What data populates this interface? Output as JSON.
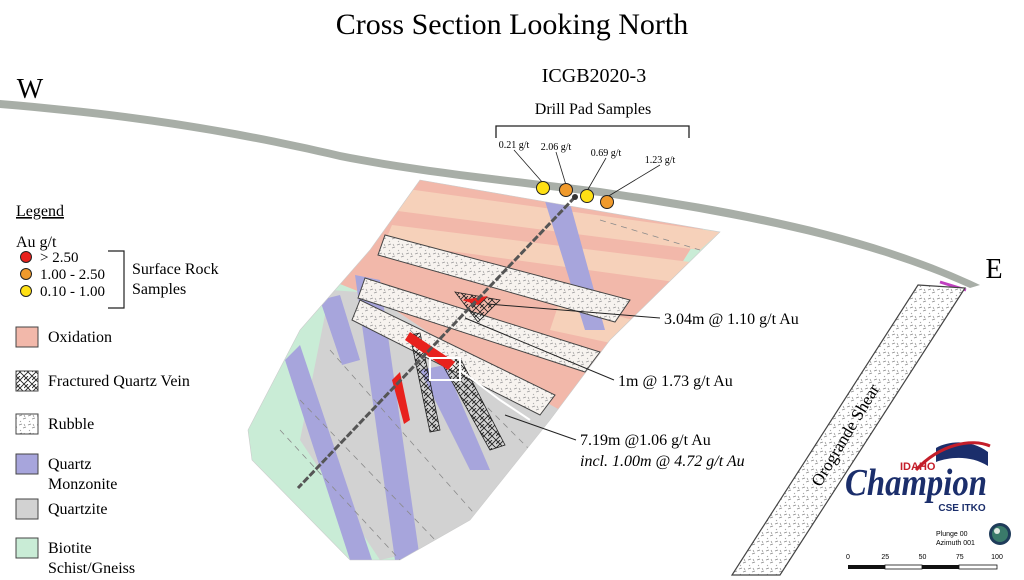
{
  "title": "Cross Section Looking North",
  "hole_id": "ICGB2020-3",
  "compass": {
    "west": "W",
    "east": "E"
  },
  "drill_pad": {
    "label": "Drill Pad Samples",
    "samples": [
      {
        "value": "0.21 g/t",
        "color": "#ffe014"
      },
      {
        "value": "2.06 g/t",
        "color": "#f09a2c"
      },
      {
        "value": "0.69 g/t",
        "color": "#ffe014"
      },
      {
        "value": "1.23 g/t",
        "color": "#f09a2c"
      }
    ]
  },
  "intercepts": [
    {
      "line1": "3.04m @ 1.10 g/t Au",
      "line2": ""
    },
    {
      "line1": "1m @ 1.73 g/t Au",
      "line2": ""
    },
    {
      "line1": "7.19m @1.06 g/t Au",
      "line2": "incl. 1.00m @ 4.72 g/t Au"
    }
  ],
  "fault_label": "Orogrande Shear",
  "legend": {
    "heading": "Legend",
    "au_heading": "Au g/t",
    "au_classes": [
      {
        "label": "> 2.50",
        "color": "#e8211d"
      },
      {
        "label": "1.00 - 2.50",
        "color": "#f09a2c"
      },
      {
        "label": "0.10 - 1.00",
        "color": "#ffe014"
      }
    ],
    "surface_label_1": "Surface Rock",
    "surface_label_2": "Samples",
    "units": [
      {
        "key": "oxidation",
        "line1": "Oxidation",
        "line2": "",
        "color": "#f2b8aa"
      },
      {
        "key": "fractured-quartz-vein",
        "line1": "Fractured Quartz Vein",
        "line2": "",
        "color": "#ffffff"
      },
      {
        "key": "rubble",
        "line1": "Rubble",
        "line2": "",
        "color": "#ffffff"
      },
      {
        "key": "quartz-monzonite",
        "line1": "Quartz",
        "line2": "Monzonite",
        "color": "#a7a5dc"
      },
      {
        "key": "quartzite",
        "line1": "Quartzite",
        "line2": "",
        "color": "#d2d2d2"
      },
      {
        "key": "biotite-schist",
        "line1": "Biotite",
        "line2": "Schist/Gneiss",
        "color": "#c9ecd6"
      }
    ]
  },
  "logo": {
    "top": "IDAHO",
    "main": "Champion",
    "sub": "CSE ITKO"
  },
  "orientation": {
    "plunge": "Plunge 00",
    "azimuth": "Azimuth 001"
  },
  "scale_bar": {
    "ticks": [
      "0",
      "25",
      "50",
      "75",
      "100"
    ]
  },
  "colors": {
    "oxidation": "#f2b8aa",
    "oxidation_light": "#f6d1ba",
    "quartz_monzonite": "#a7a5dc",
    "quartzite": "#d2d2d2",
    "biotite_schist": "#c9ecd6",
    "topography": "#a8aea7",
    "high_grade": "#e8211d",
    "mid_grade": "#f09a2c",
    "low_grade": "#ffe014",
    "logo_navy": "#1b2e6b",
    "logo_red": "#c41e2a"
  }
}
